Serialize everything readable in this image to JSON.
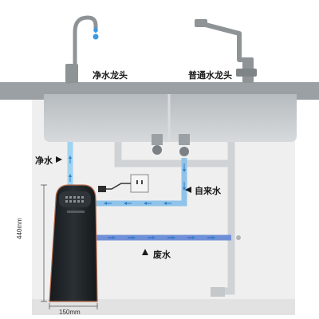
{
  "labels": {
    "pure_faucet": "净水龙头",
    "normal_faucet": "普通水龙头",
    "pure_water": "净水",
    "tap_water": "自来水",
    "waste_water": "废水"
  },
  "dimensions": {
    "height": "440mm",
    "width": "150mm"
  },
  "colors": {
    "pure_line": "#9fd3f2",
    "pure_arrow": "#2f7fc4",
    "tap_line": "#8fc3ea",
    "waste_line": "#6f8fd8",
    "pipe": "#cfd3d6",
    "cabinet_back": "#ececec",
    "counter": "#9aa0a4",
    "sink": "#c4c8cb",
    "purifier_body": "#1e2326"
  }
}
